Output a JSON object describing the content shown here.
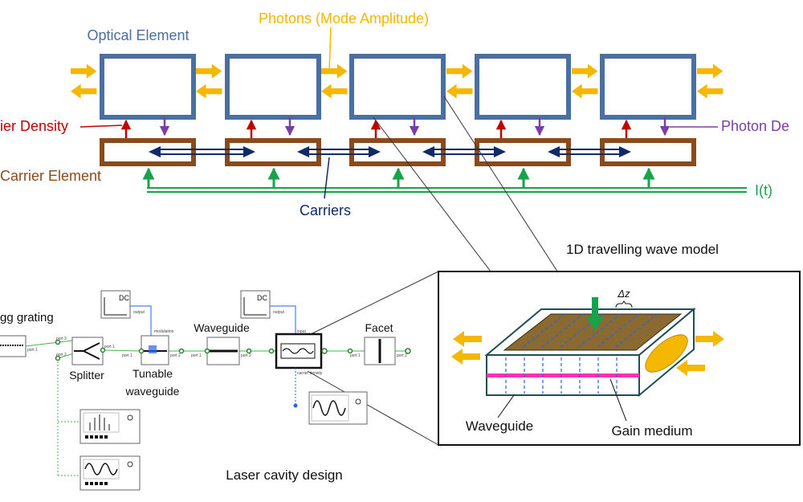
{
  "top": {
    "photons_label": "Photons (Mode Amplitude)",
    "optical_element_label": "Optical Element",
    "carrier_density_label": "ier Density",
    "photon_density_label": "Photon De",
    "carrier_element_label": "Carrier Element",
    "current_label": "I(t)",
    "carriers_label": "Carriers"
  },
  "bottom": {
    "bragg_label": "gg grating",
    "splitter_label": "Splitter",
    "tunable_label_1": "Tunable",
    "tunable_label_2": "waveguide",
    "waveguide_label": "Waveguide",
    "facet_label": "Facet",
    "dc1_label": "DC",
    "dc2_label": "DC",
    "output_1": "output",
    "output_2": "output",
    "modulation": "modulation",
    "input": "input",
    "carrier_density_port": "carrier density",
    "port1": "port 1",
    "port2": "port 2",
    "port3": "port 3",
    "laser_cavity_label": "Laser cavity design"
  },
  "inset": {
    "title": "1D travelling wave model",
    "delta_z": "Δz",
    "waveguide_label": "Waveguide",
    "gain_label": "Gain medium"
  },
  "colors": {
    "optical_blue": "#4a6fa0",
    "carrier_brown": "#8a4b1c",
    "photon_yellow": "#f5b800",
    "carrier_red": "#c00000",
    "photon_purple": "#7a3fa6",
    "current_green": "#16a34a",
    "carrier_navy": "#0f2a66"
  }
}
